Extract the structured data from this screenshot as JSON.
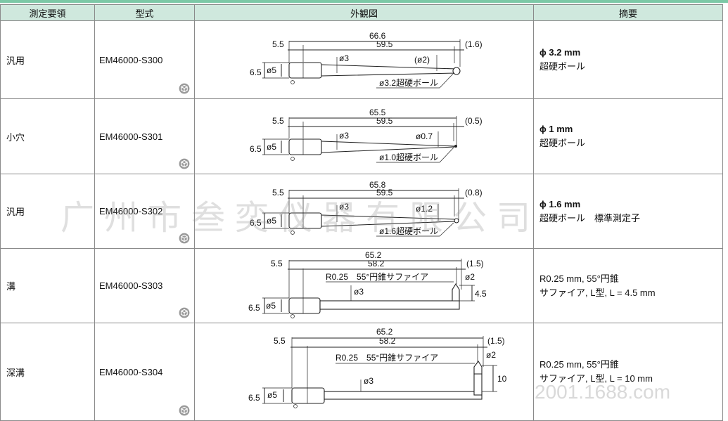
{
  "table": {
    "headers": {
      "mode": "測定要領",
      "model": "型式",
      "figure": "外観図",
      "summary": "摘要"
    },
    "rows": [
      {
        "mode": "汎用",
        "model": "EM46000-S300",
        "summary_line1": "ϕ 3.2 mm",
        "summary_line2": "超硬ボール",
        "fig": {
          "total": "66.6",
          "inner": "59.5",
          "offset": "5.5",
          "ball": "(1.6)",
          "stem": "ø3",
          "neck": "(ø2)",
          "shank": "ø5",
          "height": "6.5",
          "callout": "ø3.2超硬ボール"
        }
      },
      {
        "mode": "小穴",
        "model": "EM46000-S301",
        "summary_line1": "ϕ 1 mm",
        "summary_line2": "超硬ボール",
        "fig": {
          "total": "65.5",
          "inner": "59.5",
          "offset": "5.5",
          "ball": "(0.5)",
          "stem": "ø3",
          "neck": "ø0.7",
          "shank": "ø5",
          "height": "6.5",
          "callout": "ø1.0超硬ボール"
        }
      },
      {
        "mode": "汎用",
        "model": "EM46000-S302",
        "summary_line1": "ϕ 1.6 mm",
        "summary_line2": "超硬ボール　標準測定子",
        "fig": {
          "total": "65.8",
          "inner": "59.5",
          "offset": "5.5",
          "ball": "(0.8)",
          "stem": "ø3",
          "neck": "ø1.2",
          "shank": "ø5",
          "height": "6.5",
          "callout": "ø1.6超硬ボール"
        }
      },
      {
        "mode": "溝",
        "model": "EM46000-S303",
        "summary_line1": "R0.25 mm, 55°円錐",
        "summary_line2": "サファイア, L型, L = 4.5 mm",
        "fig": {
          "total": "65.2",
          "inner": "58.2",
          "offset": "5.5",
          "ball": "(1.5)",
          "stem": "ø3",
          "neck": "ø2",
          "shank": "ø5",
          "height": "6.5",
          "callout": "R0.25　55°円錐サファイア",
          "drop": "4.5"
        }
      },
      {
        "mode": "深溝",
        "model": "EM46000-S304",
        "summary_line1": "R0.25 mm, 55°円錐",
        "summary_line2": "サファイア, L型, L = 10 mm",
        "fig": {
          "total": "65.2",
          "inner": "58.2",
          "offset": "5.5",
          "ball": "(1.5)",
          "stem": "ø3",
          "neck": "ø2",
          "shank": "ø5",
          "height": "6.5",
          "callout": "R0.25　55°円錐サファイア",
          "drop": "10"
        }
      }
    ]
  },
  "icons": {
    "model_cell": "cube-3d-icon"
  },
  "watermark": {
    "main": "广州市叁奕仪器有限公司",
    "url": "2001.1688.com"
  },
  "colors": {
    "header_bg": "#cfe8dd",
    "accent_line": "#7cc8a6",
    "border": "#8a8a8a"
  }
}
